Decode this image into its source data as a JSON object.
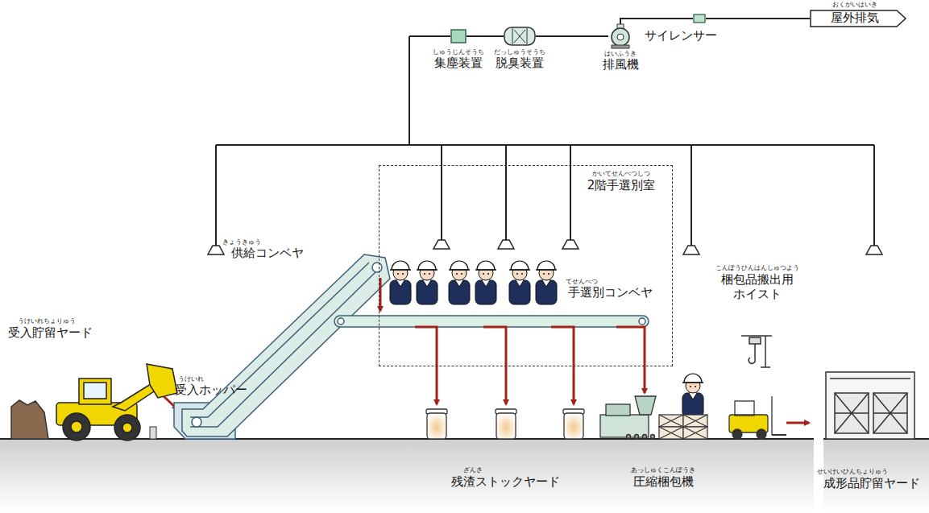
{
  "diagram": {
    "nodes": [
      {
        "text": [
          "しゅうじんそうち",
          "集塵装置"
        ]
      },
      {
        "text": [
          "だっしゅうそうち",
          "脱臭装置"
        ]
      },
      {
        "text": [
          "はいふうき",
          "排風機"
        ]
      },
      {
        "text": [
          "サイレンサー"
        ]
      },
      {
        "text": [
          "おくがいはいき",
          "屋外排気"
        ]
      },
      {
        "text": [
          "かいてせんべつしつ",
          "2階手選別室"
        ]
      }
    ],
    "edges": [
      {
        "from": 0,
        "to": 1,
        "arrow": "none"
      },
      {
        "from": 1,
        "to": 2,
        "arrow": "none"
      },
      {
        "from": 2,
        "to": 3,
        "arrow": "none"
      },
      {
        "from": 3,
        "to": 4,
        "arrow": "none"
      }
    ],
    "labels": [
      "うけいれちょりゅう",
      "受入貯留ヤード",
      "うけいれ",
      "受入ホッパー",
      "きょうきゅう",
      "供給コンベヤ",
      "てせんべつ",
      "手選別コンベヤ",
      "こんぽうひんはんしゅつよう",
      "梱包品搬出用",
      "ホイスト",
      "ざんさ",
      "残渣ストックヤード",
      "あっしゅくこんぽうき",
      "圧縮梱包機",
      "せいけいひんちょりゅう",
      "成形品貯留ヤード"
    ]
  }
}
